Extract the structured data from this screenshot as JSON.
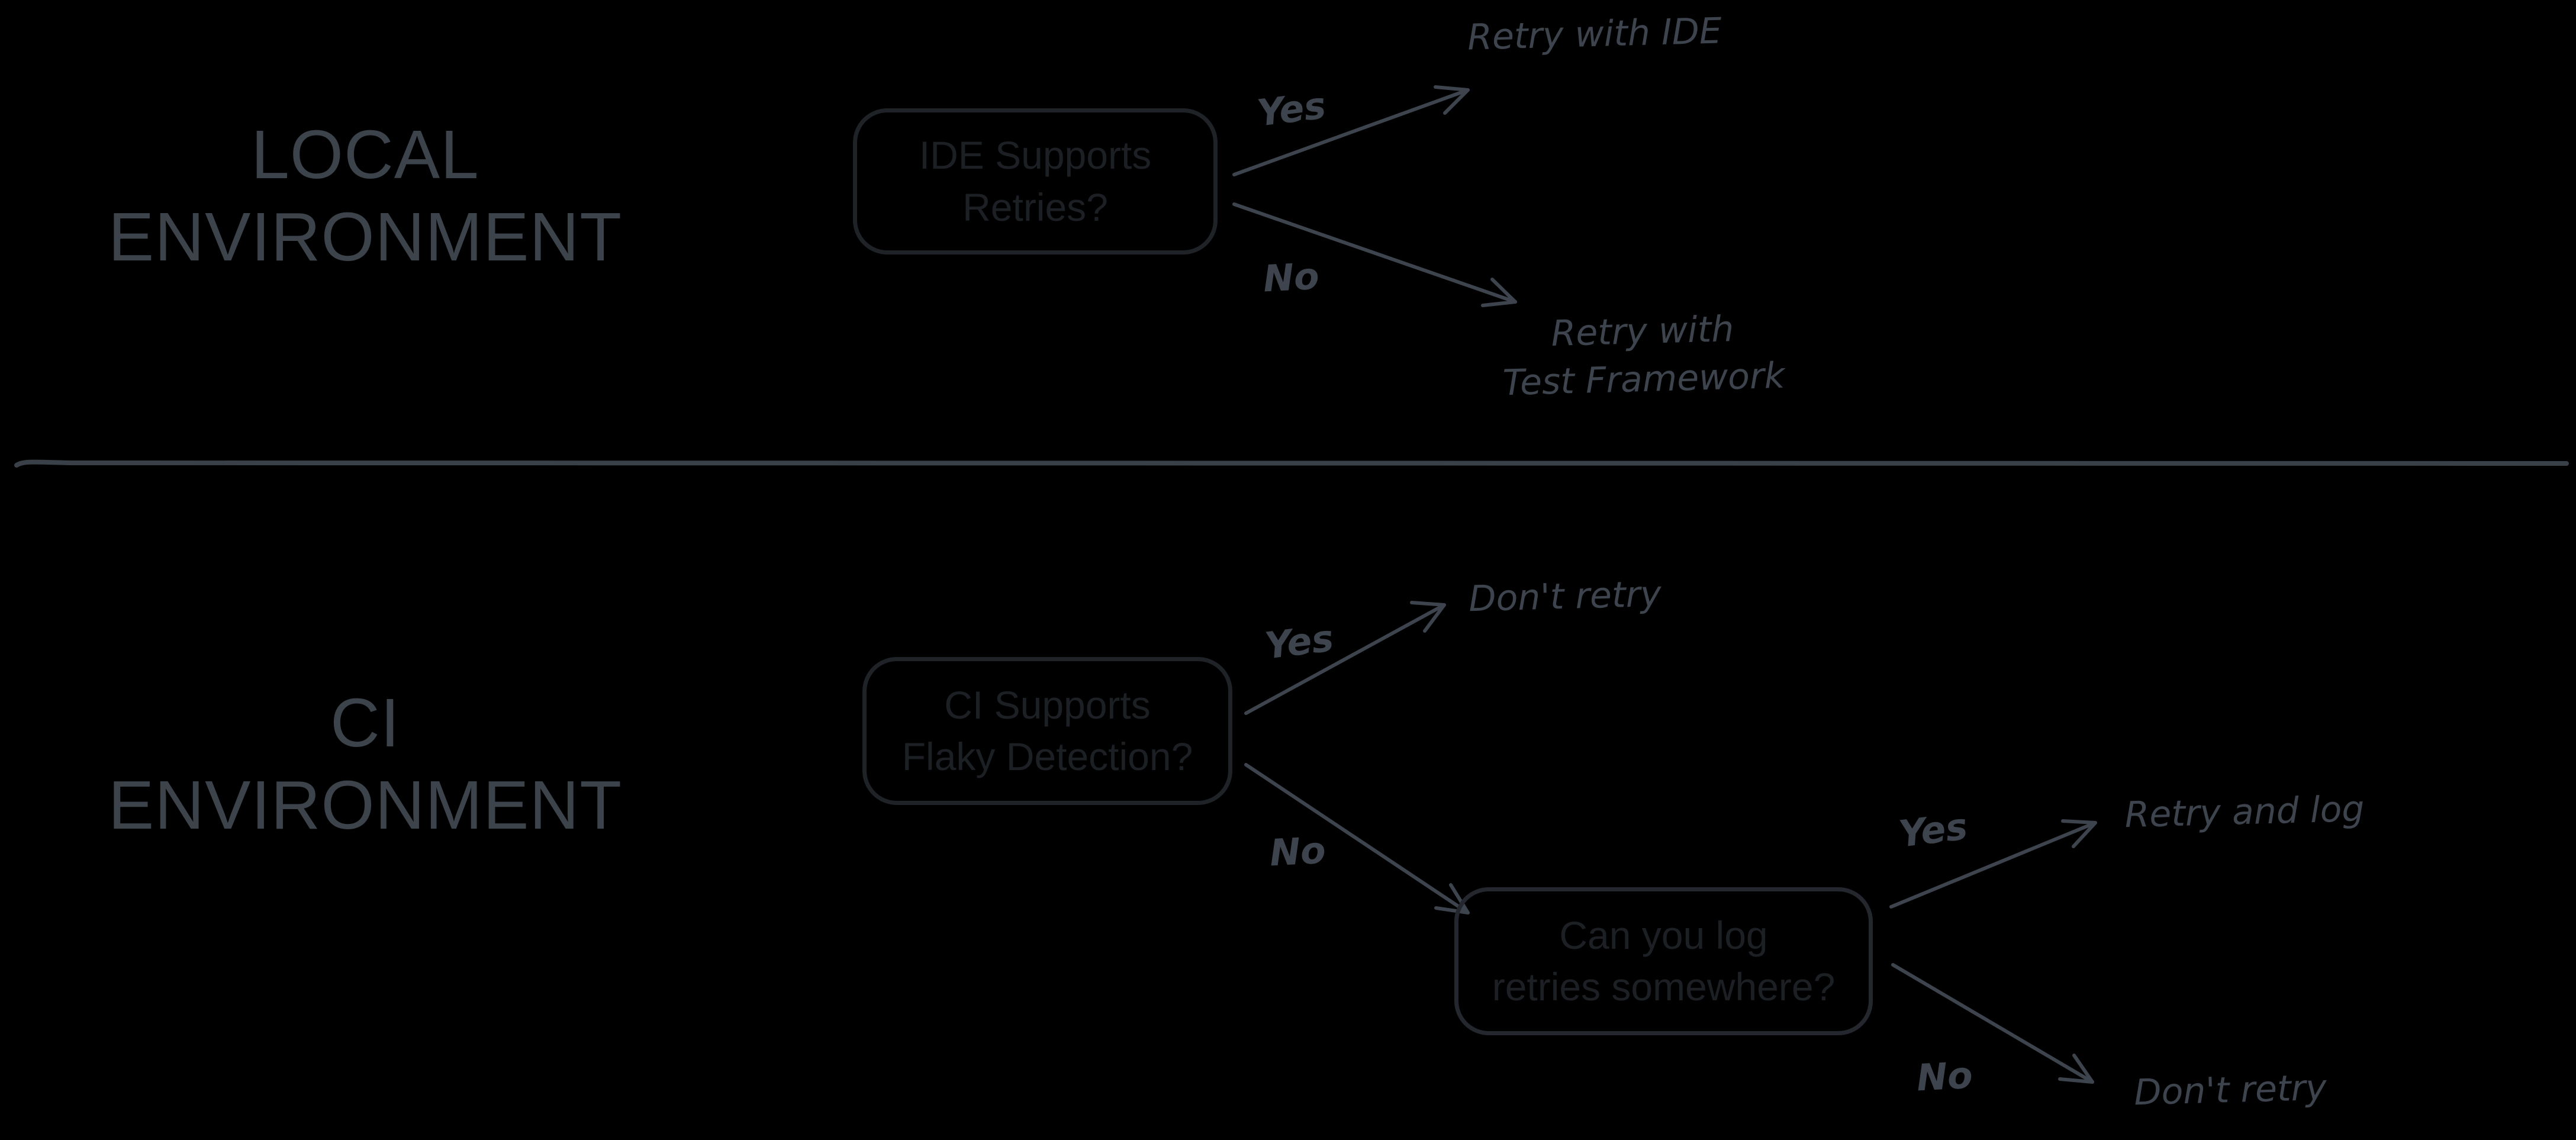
{
  "colors": {
    "background": "#000000",
    "section_title": "#3c434b",
    "handwritten_and_arrows": "#3e444d",
    "box_border": "#1f2227",
    "box_text": "#1c1f23",
    "divider": "#3a4047"
  },
  "local": {
    "title": "LOCAL\nENVIRONMENT",
    "decision": "IDE Supports\nRetries?",
    "yes_label": "Yes",
    "no_label": "No",
    "yes_outcome": "Retry with IDE",
    "no_outcome": "Retry with\nTest Framework"
  },
  "ci": {
    "title": "CI\nENVIRONMENT",
    "decision": "CI Supports\nFlaky Detection?",
    "yes_label": "Yes",
    "no_label": "No",
    "yes_outcome": "Don't retry",
    "log_decision": "Can you log\nretries somewhere?",
    "log_yes_label": "Yes",
    "log_no_label": "No",
    "log_yes_outcome": "Retry and log",
    "log_no_outcome": "Don't retry"
  }
}
